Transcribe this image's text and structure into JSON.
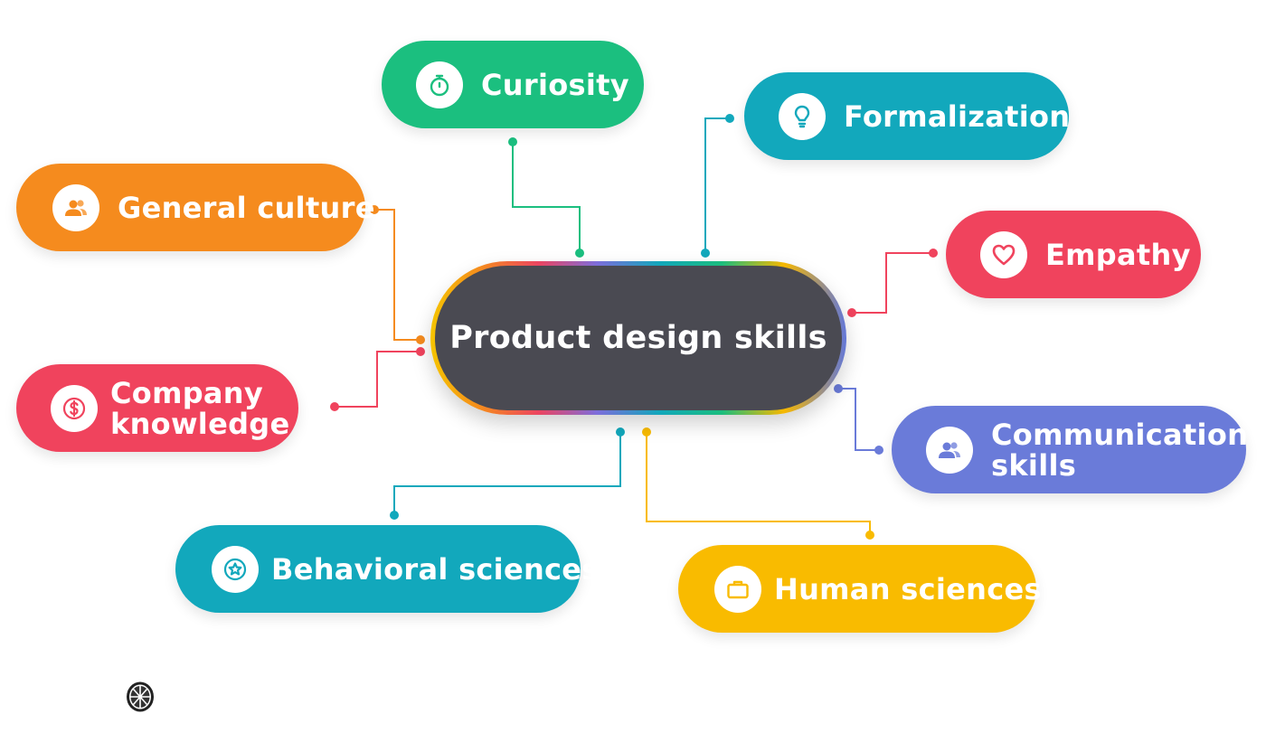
{
  "center": {
    "label": "Product design skills"
  },
  "skills": [
    {
      "key": "curiosity",
      "label": "Curiosity",
      "icon": "stopwatch-icon",
      "color": "#1bbf7f"
    },
    {
      "key": "formalization",
      "label": "Formalization",
      "icon": "lightbulb-icon",
      "color": "#12a8bc"
    },
    {
      "key": "general_culture",
      "label": "General culture",
      "icon": "people-icon",
      "color": "#f58b1e"
    },
    {
      "key": "empathy",
      "label": "Empathy",
      "icon": "heart-icon",
      "color": "#f0435d"
    },
    {
      "key": "company_knowledge",
      "label": "Company knowledge",
      "icon": "dollar-coin-icon",
      "color": "#f0435d"
    },
    {
      "key": "communication_skills",
      "label": "Communication skills",
      "icon": "people-icon",
      "color": "#6a7bd9"
    },
    {
      "key": "behavioral_sciences",
      "label": "Behavioral sciences",
      "icon": "star-badge-icon",
      "color": "#12a8bc"
    },
    {
      "key": "human_sciences",
      "label": "Human sciences",
      "icon": "briefcase-icon",
      "color": "#f9bb00"
    }
  ],
  "logo": {
    "icon": "citrus-slice-logo-icon"
  }
}
